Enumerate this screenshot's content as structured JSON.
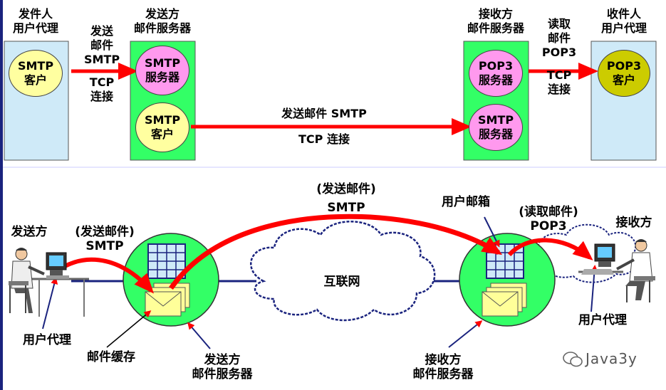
{
  "top": {
    "sender_ua": {
      "title_1": "发件人",
      "title_2": "用户代理",
      "client_1": "SMTP",
      "client_2": "客户"
    },
    "arrow1": {
      "l1": "发送",
      "l2": "邮件",
      "l3": "SMTP",
      "l4": "TCP",
      "l5": "连接"
    },
    "sender_server": {
      "title_1": "发送方",
      "title_2": "邮件服务器",
      "server_1": "SMTP",
      "server_2": "服务器",
      "client_1": "SMTP",
      "client_2": "客户"
    },
    "arrow2": {
      "l1": "发送邮件 SMTP",
      "l2": "TCP 连接"
    },
    "receiver_server": {
      "title_1": "接收方",
      "title_2": "邮件服务器",
      "pop3_1": "POP3",
      "pop3_2": "服务器",
      "smtp_1": "SMTP",
      "smtp_2": "服务器"
    },
    "arrow3": {
      "l1": "读取",
      "l2": "邮件",
      "l3": "POP3",
      "l4": "TCP",
      "l5": "连接"
    },
    "receiver_ua": {
      "title_1": "收件人",
      "title_2": "用户代理",
      "client_1": "POP3",
      "client_2": "客户"
    }
  },
  "bottom": {
    "sender": "发送方",
    "send_mail_1": "(发送邮件)",
    "send_mail_2": "SMTP",
    "user_agent_left": "用户代理",
    "mail_buffer": "邮件缓存",
    "sender_server_1": "发送方",
    "sender_server_2": "邮件服务器",
    "internet": "互联网",
    "send_mail_top_1": "(发送邮件)",
    "send_mail_top_2": "SMTP",
    "mailbox": "用户邮箱",
    "read_mail_1": "(读取邮件)",
    "read_mail_2": "POP3",
    "receiver": "接收方",
    "receiver_server_1": "接收方",
    "receiver_server_2": "邮件服务器",
    "user_agent_right": "用户代理"
  },
  "watermark": "Java3y",
  "colors": {
    "green": "#33ff66",
    "lightblue": "#cfeaf8",
    "yellow": "#ffffa0",
    "pink": "#ff99ee",
    "olive": "#cccc00",
    "red": "#ff0000",
    "cloud": "#ffffff",
    "navy": "#1a237e"
  }
}
